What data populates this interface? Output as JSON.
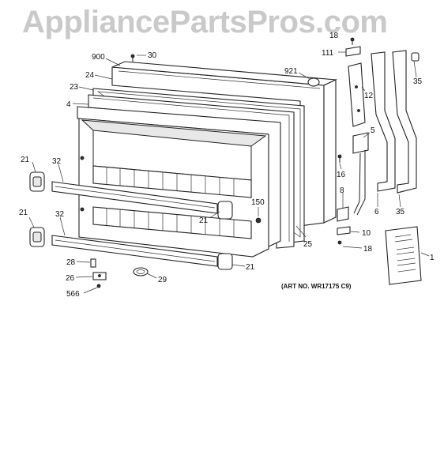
{
  "watermark": "AppliancePartsPros.com",
  "art_number": "(ART NO. WR17175 C9)",
  "callouts": {
    "c900": "900",
    "c30": "30",
    "c24": "24",
    "c23": "23",
    "c4": "4",
    "c921": "921",
    "c18a": "18",
    "c111": "111",
    "c35a": "35",
    "c12": "12",
    "c5": "5",
    "c16": "16",
    "c8": "8",
    "c10": "10",
    "c18b": "18",
    "c6": "6",
    "c35b": "35",
    "c1": "1",
    "c25": "25",
    "c150": "150",
    "c21a": "21",
    "c32a": "32",
    "c21b": "21",
    "c21c": "21",
    "c32b": "32",
    "c21d": "21",
    "c28": "28",
    "c26": "26",
    "c29": "29",
    "c566": "566"
  }
}
